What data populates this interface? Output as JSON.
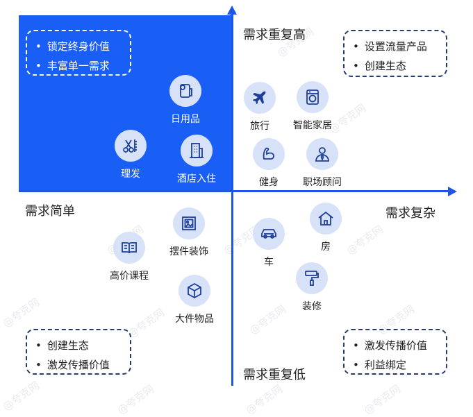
{
  "axes": {
    "top": "需求重复高",
    "bottom": "需求重复低",
    "left": "需求简单",
    "right": "需求复杂"
  },
  "notes": {
    "top_left": [
      "锁定终身价值",
      "丰富单一需求"
    ],
    "top_right": [
      "设置流量产品",
      "创建生态"
    ],
    "bottom_left": [
      "创建生态",
      "激发传播价值"
    ],
    "bottom_right": [
      "激发传播价值",
      "利益绑定"
    ]
  },
  "items": {
    "daily": "日用品",
    "haircut": "理发",
    "hotel": "酒店入住",
    "travel": "旅行",
    "smarthome": "智能家居",
    "fitness": "健身",
    "career": "职场顾问",
    "decor": "摆件装饰",
    "course": "高价课程",
    "bulky": "大件物品",
    "house": "房",
    "car": "车",
    "renovation": "装修"
  },
  "watermark": "@夸克网",
  "colors": {
    "quadrant_blue": "#1a5ff5",
    "axis_blue": "#1d55e6",
    "icon_circle": "#d7e2f8",
    "icon_stroke": "#1d3f99"
  }
}
